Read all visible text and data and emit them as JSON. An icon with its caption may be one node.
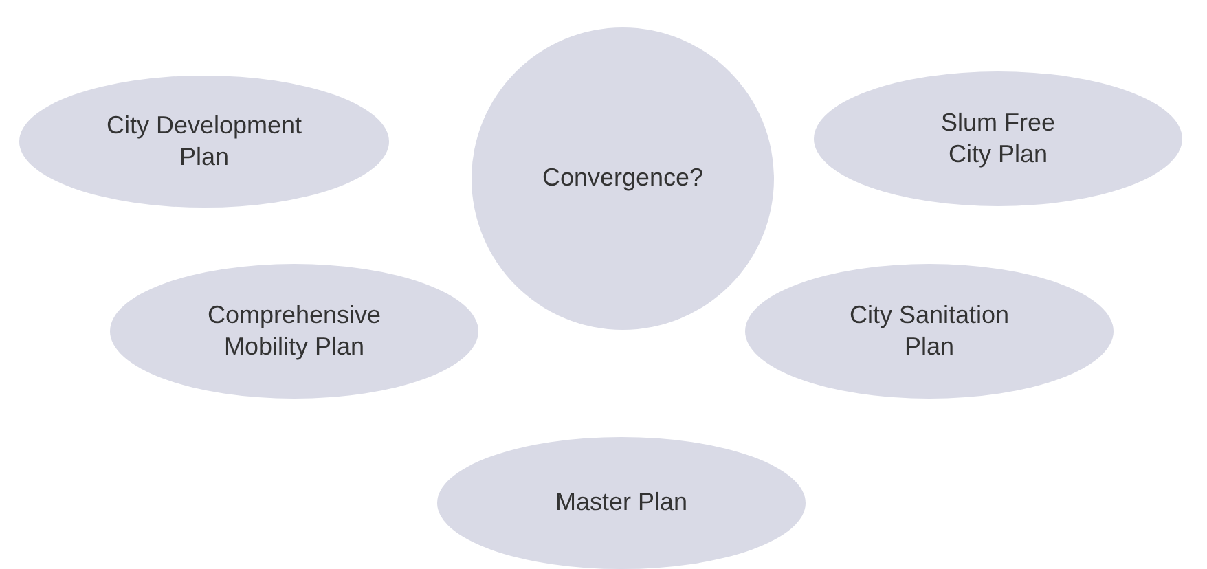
{
  "diagram": {
    "nodes": [
      {
        "text": [
          "City Development Plan"
        ]
      },
      {
        "text": [
          "Convergence?"
        ]
      },
      {
        "text": [
          "Slum Free City Plan"
        ]
      },
      {
        "text": [
          "Comprehensive Mobility Plan"
        ]
      },
      {
        "text": [
          "City Sanitation Plan"
        ]
      },
      {
        "text": [
          "Master Plan"
        ]
      }
    ]
  }
}
